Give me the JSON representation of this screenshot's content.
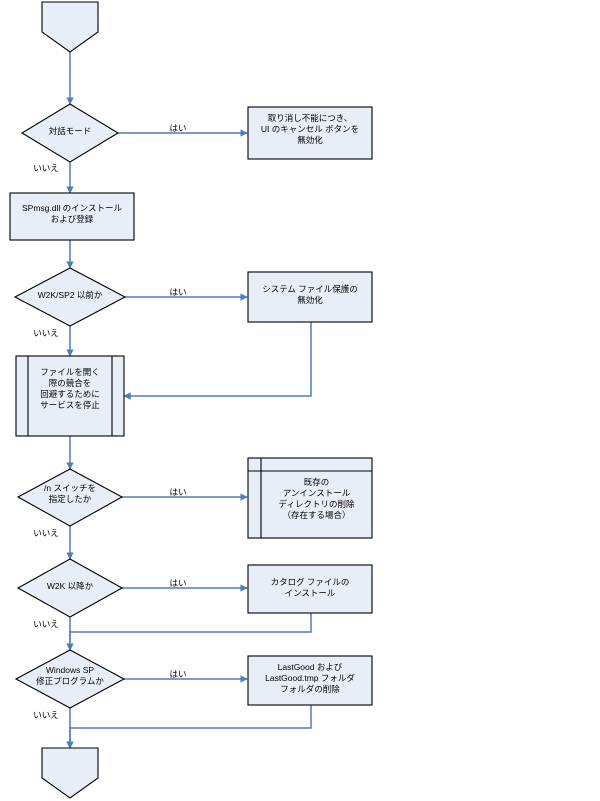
{
  "diagram": {
    "title": "Windows Update Installer Flowchart",
    "language": "ja",
    "colors": {
      "shape_fill": "#E8EEF7",
      "shape_stroke": "#000000",
      "connector": "#4A7EBB",
      "text": "#000000",
      "background": "#FFFFFF"
    },
    "nodes": [
      {
        "id": "start",
        "type": "terminator",
        "label": ""
      },
      {
        "id": "interactive-mode",
        "type": "decision",
        "label": "対話モード"
      },
      {
        "id": "disable-cancel",
        "type": "process",
        "label": "取り消し不能につき、\nUI のキャンセル ボタンを\n無効化"
      },
      {
        "id": "install-spmsg",
        "type": "process",
        "label": "SPmsg.dll のインストール\nおよび登録"
      },
      {
        "id": "w2k-sp2-before",
        "type": "decision",
        "label": "W2K/SP2 以前か"
      },
      {
        "id": "disable-sfp",
        "type": "process",
        "label": "システム ファイル保護の\n無効化"
      },
      {
        "id": "stop-services",
        "type": "predefined-process",
        "label": "ファイルを開く\n際の競合を\n回避するために\nサービスを停止"
      },
      {
        "id": "n-switch",
        "type": "decision",
        "label": "/n スイッチを\n指定したか"
      },
      {
        "id": "delete-uninstall",
        "type": "loop-limit",
        "label": "既存の\nアンインストール\nディレクトリの削除\n（存在する場合）"
      },
      {
        "id": "w2k-or-later",
        "type": "decision",
        "label": "W2K 以降か"
      },
      {
        "id": "install-catalog",
        "type": "process",
        "label": "カタログ ファイルの\nインストール"
      },
      {
        "id": "windows-sp-fix",
        "type": "decision",
        "label": "Windows SP\n修正プログラムか"
      },
      {
        "id": "delete-lastgood",
        "type": "process",
        "label": "LastGood および\nLastGood.tmp フォルダ\nフォルダの削除"
      },
      {
        "id": "end",
        "type": "terminator",
        "label": ""
      }
    ],
    "edge_labels": [
      {
        "id": "yes-1",
        "text": "はい",
        "from": "interactive-mode",
        "to": "disable-cancel"
      },
      {
        "id": "no-1",
        "text": "いいえ",
        "from": "interactive-mode",
        "to": "install-spmsg"
      },
      {
        "id": "yes-2",
        "text": "はい",
        "from": "w2k-sp2-before",
        "to": "disable-sfp"
      },
      {
        "id": "no-2",
        "text": "いいえ",
        "from": "w2k-sp2-before",
        "to": "stop-services"
      },
      {
        "id": "yes-3",
        "text": "はい",
        "from": "n-switch",
        "to": "delete-uninstall"
      },
      {
        "id": "no-3",
        "text": "いいえ",
        "from": "n-switch",
        "to": "w2k-or-later"
      },
      {
        "id": "yes-4",
        "text": "はい",
        "from": "w2k-or-later",
        "to": "install-catalog"
      },
      {
        "id": "no-4",
        "text": "いいえ",
        "from": "w2k-or-later",
        "to": "windows-sp-fix"
      },
      {
        "id": "yes-5",
        "text": "はい",
        "from": "windows-sp-fix",
        "to": "delete-lastgood"
      },
      {
        "id": "no-5",
        "text": "いいえ",
        "from": "windows-sp-fix",
        "to": "end"
      }
    ]
  }
}
